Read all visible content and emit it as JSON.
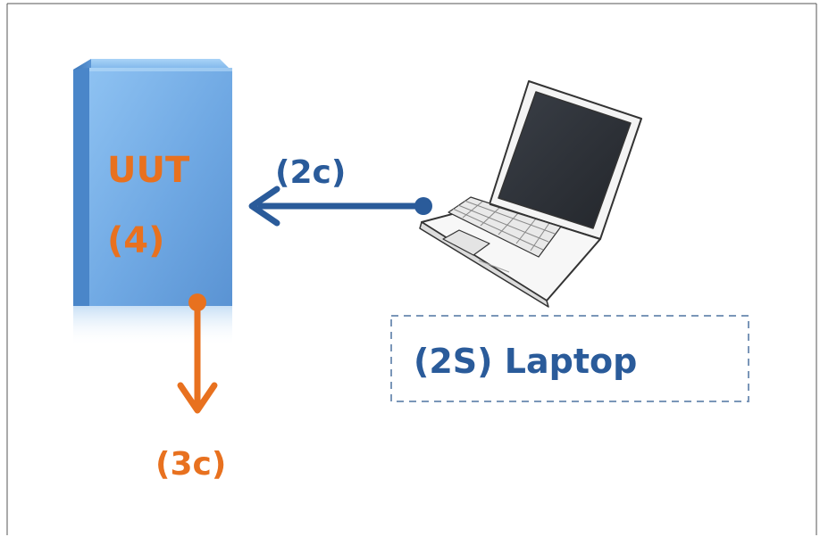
{
  "uut": {
    "name": "UUT",
    "number": "(4)"
  },
  "arrows": {
    "to_uut_label": "(2c)",
    "from_uut_label": "(3c)"
  },
  "laptop": {
    "label": "(2S) Laptop"
  },
  "colors": {
    "box_face": "#6fa8e3",
    "box_side": "#3f7fc4",
    "orange": "#e8711f",
    "navy": "#2a5b9a",
    "frame": "#444444"
  },
  "icons": [
    "laptop-icon",
    "uut-box-icon"
  ]
}
